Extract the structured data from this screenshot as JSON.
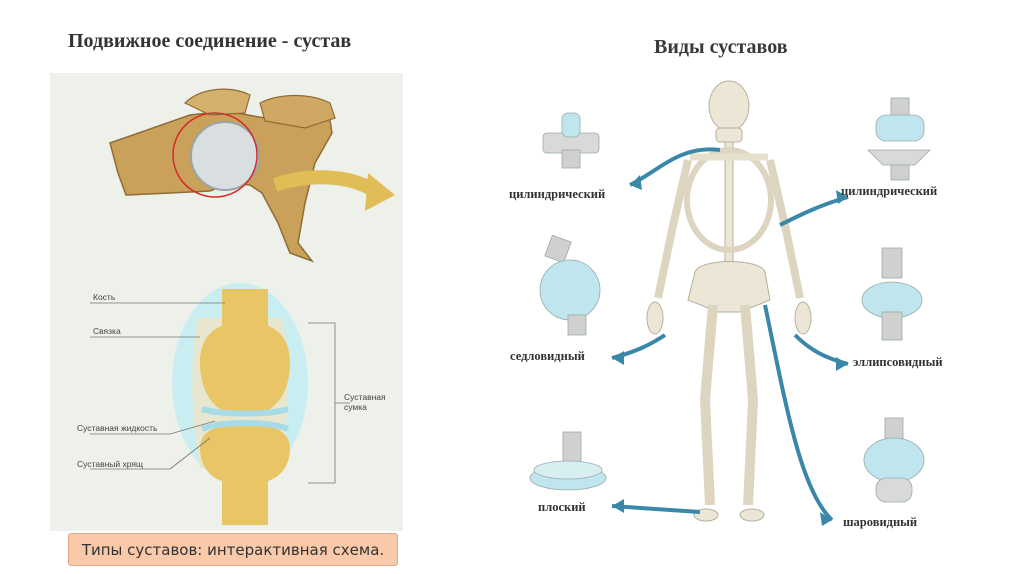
{
  "left_title": "Подвижное соединение - сустав",
  "right_title": "Виды суставов",
  "diagram_labels": {
    "bone": "Кость",
    "ligament": "Связка",
    "synovial_fluid": "Суставная жидкость",
    "cartilage": "Суставный хрящ",
    "capsule": "Суставная сумка"
  },
  "joint_types": {
    "left_top": "цилиндрический",
    "left_mid": "седловидный",
    "left_bottom": "плоский",
    "right_top": "цилиндрический",
    "right_mid": "эллипсовидный",
    "right_bottom": "шаровидный"
  },
  "caption": "Типы суставов: интерактивная схема.",
  "colors": {
    "bone": "#e8c665",
    "cartilage_blue": "#bfe6ee",
    "arrow_blue": "#3a87a8",
    "caption_bg": "#f9c9a9",
    "skeleton": "#e9e3d2"
  }
}
